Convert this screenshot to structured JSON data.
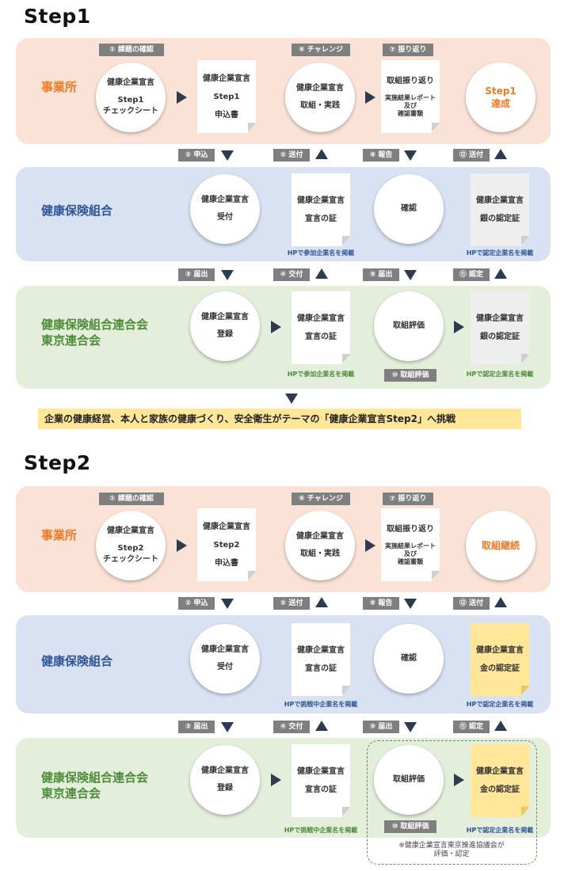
{
  "step1": {
    "title": "Step1",
    "rows": {
      "office": "事業所",
      "kenpo": "健康保険組合",
      "rengo1": "健康保険組合連合会",
      "rengo2": "東京連合会"
    },
    "tags": {
      "t1": "① 課題の確認",
      "t6": "⑥ チャレンジ",
      "t7": "⑦ 振り返り",
      "t2": "② 申込",
      "t5": "⑤ 送付",
      "t8": "⑧ 報告",
      "t12": "⑫ 送付",
      "t3": "③ 届出",
      "t4": "④ 交付",
      "t9": "⑨ 届出",
      "t11": "⑪ 認定",
      "t10": "⑩ 取組評価"
    },
    "office": {
      "check": [
        "健康企業宣言",
        "Step1",
        "チェックシート"
      ],
      "apply": [
        "健康企業宣言",
        "Step1",
        "申込書"
      ],
      "practice": [
        "健康企業宣言",
        "取組・実践"
      ],
      "review": [
        "取組振り返り",
        "実施結果レポート",
        "及び",
        "確認書類"
      ],
      "goal": [
        "Step1",
        "達成"
      ]
    },
    "kenpo": {
      "accept": [
        "健康企業宣言",
        "受付"
      ],
      "cert": [
        "健康企業宣言",
        "宣言の証"
      ],
      "confirm": [
        "確認"
      ],
      "silver": [
        "健康企業宣言",
        "銀の認定証"
      ],
      "hp_left": "HPで参加企業名を掲載",
      "hp_right": "HPで認定企業名を掲載"
    },
    "rengo": {
      "register": [
        "健康企業宣言",
        "登録"
      ],
      "cert": [
        "健康企業宣言",
        "宣言の証"
      ],
      "eval": [
        "取組評価"
      ],
      "silver": [
        "健康企業宣言",
        "銀の認定証"
      ],
      "hp_left": "HPで参加企業名を掲載",
      "hp_right": "HPで認定企業名を掲載"
    },
    "banner": "企業の健康経営、本人と家族の健康づくり、安全衛生がテーマの「健康企業宣言Step2」へ挑戦"
  },
  "step2": {
    "title": "Step2",
    "rows": {
      "office": "事業所",
      "kenpo": "健康保険組合",
      "rengo1": "健康保険組合連合会",
      "rengo2": "東京連合会"
    },
    "tags": {
      "t1": "① 課題の確認",
      "t6": "⑥ チャレンジ",
      "t7": "⑦ 振り返り",
      "t2": "② 申込",
      "t5": "⑤ 送付",
      "t8": "⑧ 報告",
      "t12": "⑫ 送付",
      "t3": "③ 届出",
      "t4": "④ 交付",
      "t9": "⑨ 届出",
      "t11": "⑪ 認定",
      "t10": "⑩ 取組評価"
    },
    "office": {
      "check": [
        "健康企業宣言",
        "Step2",
        "チェックシート"
      ],
      "apply": [
        "健康企業宣言",
        "Step2",
        "申込書"
      ],
      "practice": [
        "健康企業宣言",
        "取組・実践"
      ],
      "review": [
        "取組振り返り",
        "実施結果レポート",
        "及び",
        "確認書類"
      ],
      "goal": [
        "取組継続"
      ]
    },
    "kenpo": {
      "accept": [
        "健康企業宣言",
        "受付"
      ],
      "cert": [
        "健康企業宣言",
        "宣言の証"
      ],
      "confirm": [
        "確認"
      ],
      "gold": [
        "健康企業宣言",
        "金の認定証"
      ],
      "hp_left": "HPで挑戦中企業名を掲載",
      "hp_right": "HPで認定企業名を掲載"
    },
    "rengo": {
      "register": [
        "健康企業宣言",
        "登録"
      ],
      "cert": [
        "健康企業宣言",
        "宣言の証"
      ],
      "eval": [
        "取組評価"
      ],
      "gold": [
        "健康企業宣言",
        "金の認定証"
      ],
      "hp_left": "HPで挑戦中企業名を掲載",
      "hp_right": "HPで認定企業名を掲載"
    },
    "note": [
      "※健康企業宣言東京推進協議会が",
      "評価・認定"
    ]
  },
  "colors": {
    "office_band": "#fbe2d6",
    "kenpo_band": "#d8e2f3",
    "rengo_band": "#e3efda",
    "office_label": "#ef7a25",
    "kenpo_label": "#2f5597",
    "rengo_label": "#4e8b3a",
    "tag": "#7f7f7f",
    "arrow": "#2e3a4f",
    "gold": "#ffe699",
    "silver": "#eeeeee",
    "banner": "#ffe699"
  },
  "icons": {
    "right": "triangle-right-icon",
    "down": "triangle-down-icon",
    "up": "triangle-up-icon"
  }
}
